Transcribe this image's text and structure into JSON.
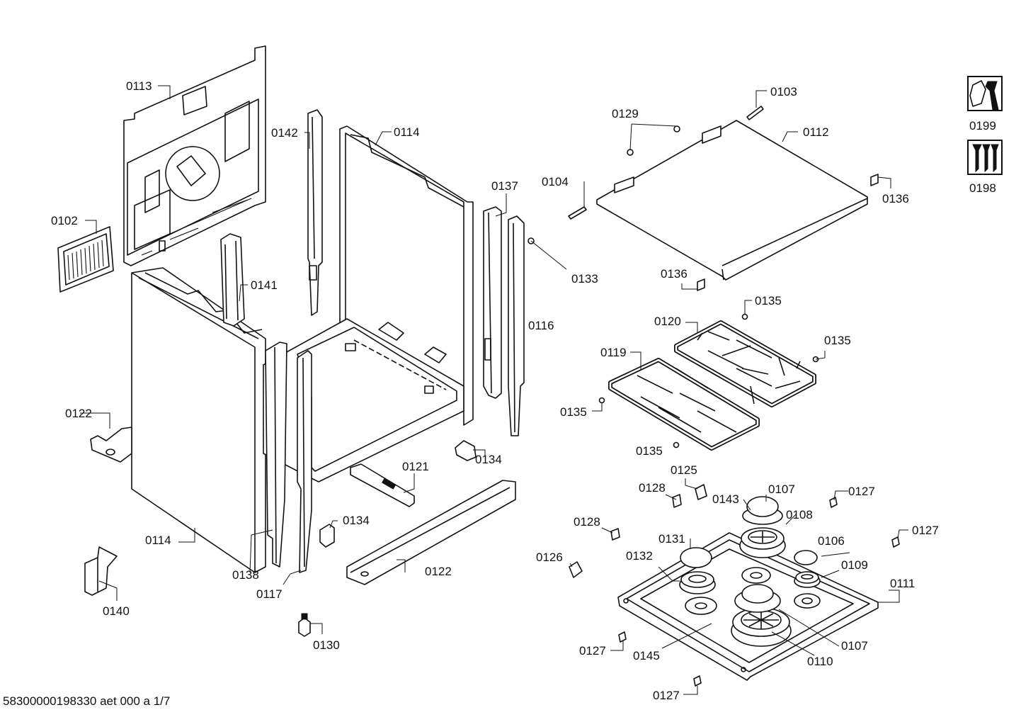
{
  "footer": {
    "code": "58300000198330 aet 000 a 1/7"
  },
  "icons": {
    "service_symbol": "wrench-nut-icon",
    "screws_symbol": "screws-icon"
  },
  "symbol_labels": {
    "s0199": "0199",
    "s0198": "0198"
  },
  "part_labels": {
    "p0113": "0113",
    "p0102": "0102",
    "p0142": "0142",
    "p0114_top": "0114",
    "p0141": "0141",
    "p0137": "0137",
    "p0116": "0116",
    "p0133": "0133",
    "p0104": "0104",
    "p0129": "0129",
    "p0103": "0103",
    "p0112": "0112",
    "p0136_right": "0136",
    "p0136_left": "0136",
    "p0135_a": "0135",
    "p0120": "0120",
    "p0135_b": "0135",
    "p0119": "0119",
    "p0135_c": "0135",
    "p0135_d": "0135",
    "p0122_left": "0122",
    "p0134_right": "0134",
    "p0121": "0121",
    "p0134_left": "0134",
    "p0114_bottom": "0114",
    "p0138": "0138",
    "p0117": "0117",
    "p0122_bottom": "0122",
    "p0140": "0140",
    "p0130": "0130",
    "p0125": "0125",
    "p0128_a": "0128",
    "p0143": "0143",
    "p0107_top": "0107",
    "p0127_a": "0127",
    "p0108": "0108",
    "p0128_b": "0128",
    "p0131": "0131",
    "p0127_b": "0127",
    "p0106": "0106",
    "p0126": "0126",
    "p0132": "0132",
    "p0109": "0109",
    "p0111": "0111",
    "p0107_bottom": "0107",
    "p0127_c": "0127",
    "p0145": "0145",
    "p0110": "0110",
    "p0127_d": "0127"
  }
}
